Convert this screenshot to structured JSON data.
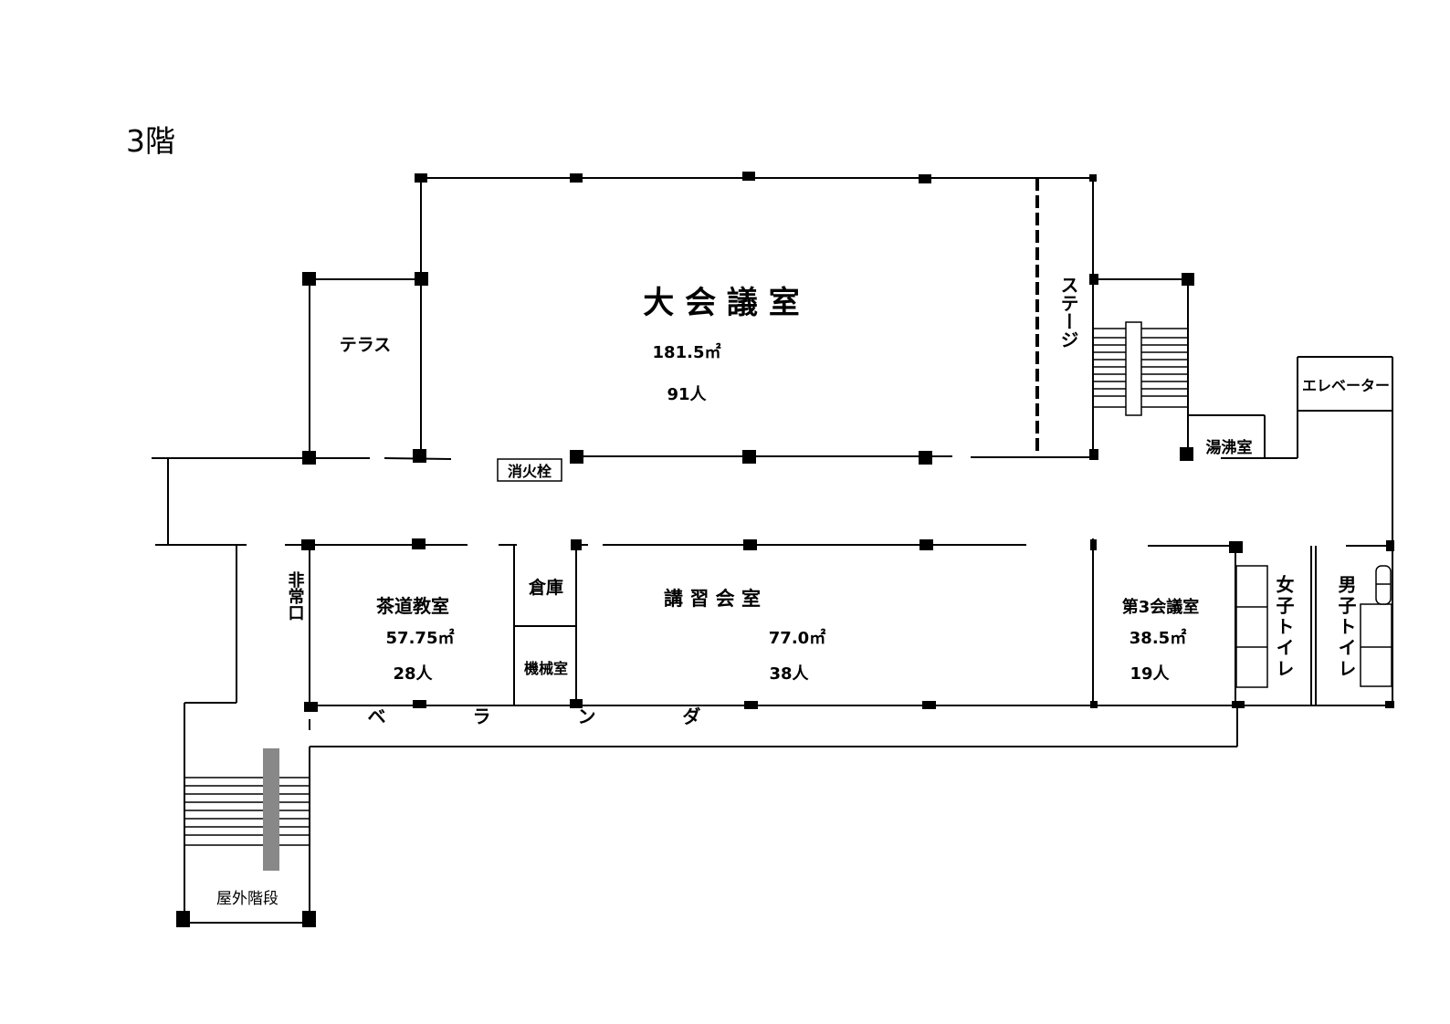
{
  "floor_title": "3階",
  "rooms": {
    "main_hall": {
      "name": "大 会 議 室",
      "area": "181.5㎡",
      "capacity": "91人"
    },
    "stage": "ステージ",
    "terrace": "テラス",
    "elevator": "エレベーター",
    "kitchenette": "湯沸室",
    "hydrant": "消火栓",
    "emergency_exit": "非常口",
    "tea_room": {
      "name": "茶道教室",
      "area": "57.75㎡",
      "capacity": "28人"
    },
    "storage": "倉庫",
    "machine_room": "機械室",
    "lecture_hall": {
      "name": "講 習 会 室",
      "area": "77.0㎡",
      "capacity": "38人"
    },
    "meeting3": {
      "name": "第3会議室",
      "area": "38.5㎡",
      "capacity": "19人"
    },
    "womens_toilet": "女子トイレ",
    "mens_toilet": "男子トイレ",
    "veranda": "ベ ラ ン ダ",
    "outdoor_stairs": "屋外階段"
  }
}
